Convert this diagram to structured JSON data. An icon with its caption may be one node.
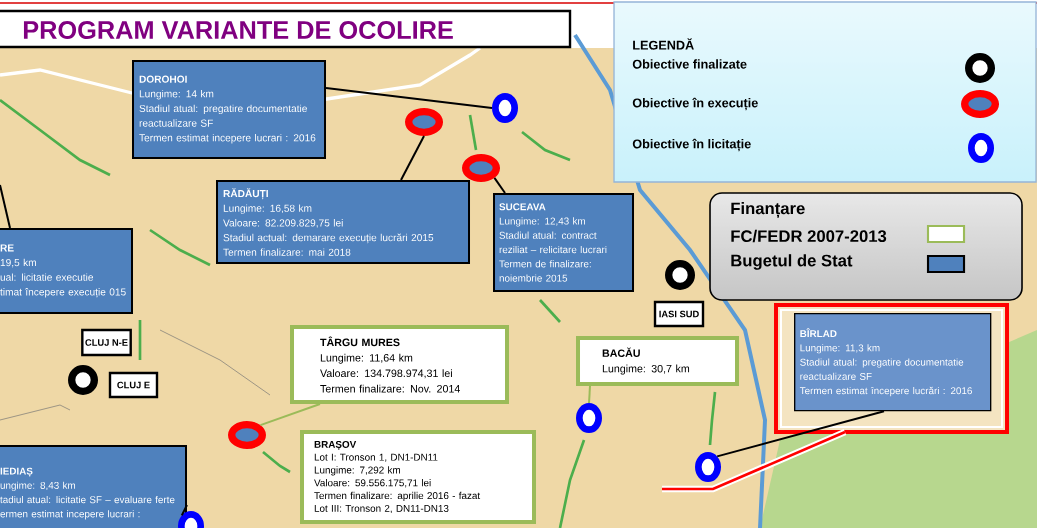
{
  "diagram": {
    "title": "PROGRAM  VARIANTE DE OCOLIRE",
    "nodes": [
      {
        "text": [
          "DOROHOI",
          "Lungime:  14 km",
          "Stadiul atual: pregatire documentatie reactualizare SF",
          "Termen estimat incepere lucrari : 2016"
        ]
      },
      {
        "text": [],
        "shape": "circle"
      },
      {
        "text": [
          "RĂDĂUȚI",
          "Lungime: 16,58 km",
          "Valoare: 82.209.829,75 lei",
          "Stadiul actual: demarare execuție lucrări 2015",
          "Termen finalizare:  mai 2018"
        ]
      },
      {
        "text": [],
        "shape": "circle"
      },
      {
        "text": [
          "SUCEAVA",
          "Lungime: 12,43 km",
          "Stadiul atual: contract reziliat – relicitare lucrari",
          "Termen de finalizare: noiembrie 2015"
        ]
      },
      {
        "text": [],
        "shape": "circle"
      },
      {
        "text": [
          "RE",
          "19,5 km",
          "ual: licitatie executie",
          "timat începere  execuție 015"
        ]
      },
      {
        "text": [
          "IEDIAȘ",
          "ungime:  8,43 km",
          "tadiul atual:  licitatie SF – evaluare ferte",
          "ermen estimat incepere lucrari :"
        ]
      },
      {
        "text": [],
        "shape": "circle"
      },
      {
        "text": [
          "CLUJ N-E"
        ]
      },
      {
        "text": [
          "CLUJ E"
        ]
      },
      {
        "text": [],
        "shape": "circle"
      },
      {
        "text": [
          "TÂRGU MURES",
          "Lungime: 11,64 km",
          "Valoare: 134.798.974,31 lei",
          "Termen finalizare: Nov. 2014"
        ]
      },
      {
        "text": [],
        "shape": "circle"
      },
      {
        "text": [
          "BRAȘOV",
          "Lot I: Tronson 1, DN1-DN11",
          "Lungime: 7,292 km",
          "Valoare: 59.556.175,71 lei",
          "Termen finalizare: aprilie 2016 - fazat",
          "Lot III: Tronson 2, DN11-DN13"
        ]
      },
      {
        "text": [
          "BACĂU",
          "Lungime: 30,7 km"
        ]
      },
      {
        "text": [],
        "shape": "circle"
      },
      {
        "text": [
          "IASI SUD"
        ]
      },
      {
        "text": [],
        "shape": "circle"
      },
      {
        "text": [
          "BÎRLAD",
          "Lungime:  11,3 km",
          "Stadiul atual: pregatire documentatie reactualizare SF",
          "Termen estimat începere lucrări : 2016"
        ]
      },
      {
        "text": [],
        "shape": "circle"
      }
    ],
    "edges": [
      {
        "from": 0,
        "to": 1,
        "arrow": "none"
      },
      {
        "from": 2,
        "to": 3,
        "arrow": "none"
      },
      {
        "from": 4,
        "to": 5,
        "arrow": "none"
      },
      {
        "from": 6,
        "to": null,
        "arrow": "none"
      },
      {
        "from": 7,
        "to": 8,
        "arrow": "none"
      },
      {
        "from": 12,
        "to": 13,
        "arrow": "none",
        "color": "#9bbb59"
      },
      {
        "from": 15,
        "to": 16,
        "arrow": "none",
        "color": "#9bbb59"
      },
      {
        "from": 19,
        "to": 20,
        "arrow": "none"
      }
    ],
    "labels": [
      "LEGENDĂ",
      "Finanțare"
    ],
    "legend": [
      {
        "text": "Obiective finalizate"
      },
      {
        "text": "Obiective în execuție"
      },
      {
        "text": "Obiective în licitație"
      },
      {
        "text": "FC/FEDR 2007-2013",
        "color": "#ffffff"
      },
      {
        "text": "Bugetul de Stat",
        "color": "#4f81bd"
      }
    ]
  }
}
